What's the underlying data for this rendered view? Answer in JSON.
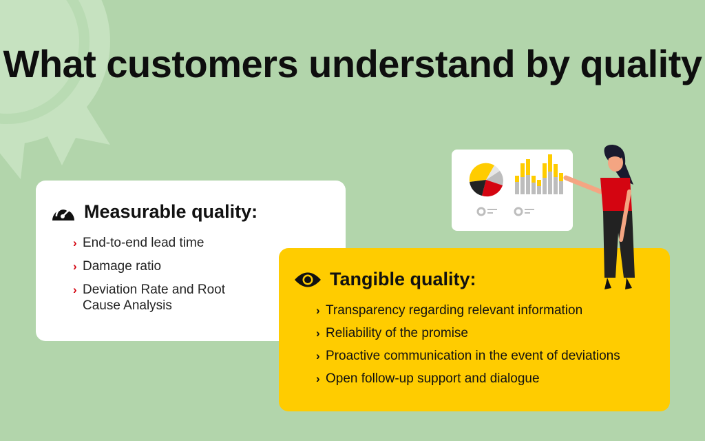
{
  "title": "What customers understand by quality",
  "measurable": {
    "heading": "Measurable quality:",
    "icon": "speedometer-icon",
    "items": [
      "End-to-end lead time",
      "Damage ratio",
      "Deviation Rate and Root Cause Analysis"
    ]
  },
  "tangible": {
    "heading": "Tangible quality:",
    "icon": "eye-icon",
    "items": [
      "Transparency regarding relevant information",
      "Reliability of the promise",
      "Proactive communication in the event of deviations",
      "Open follow-up support and dialogue"
    ]
  },
  "chevron": "›",
  "colors": {
    "background": "#b2d5ab",
    "yellow": "#ffcc00",
    "red": "#d40511",
    "white": "#ffffff"
  }
}
